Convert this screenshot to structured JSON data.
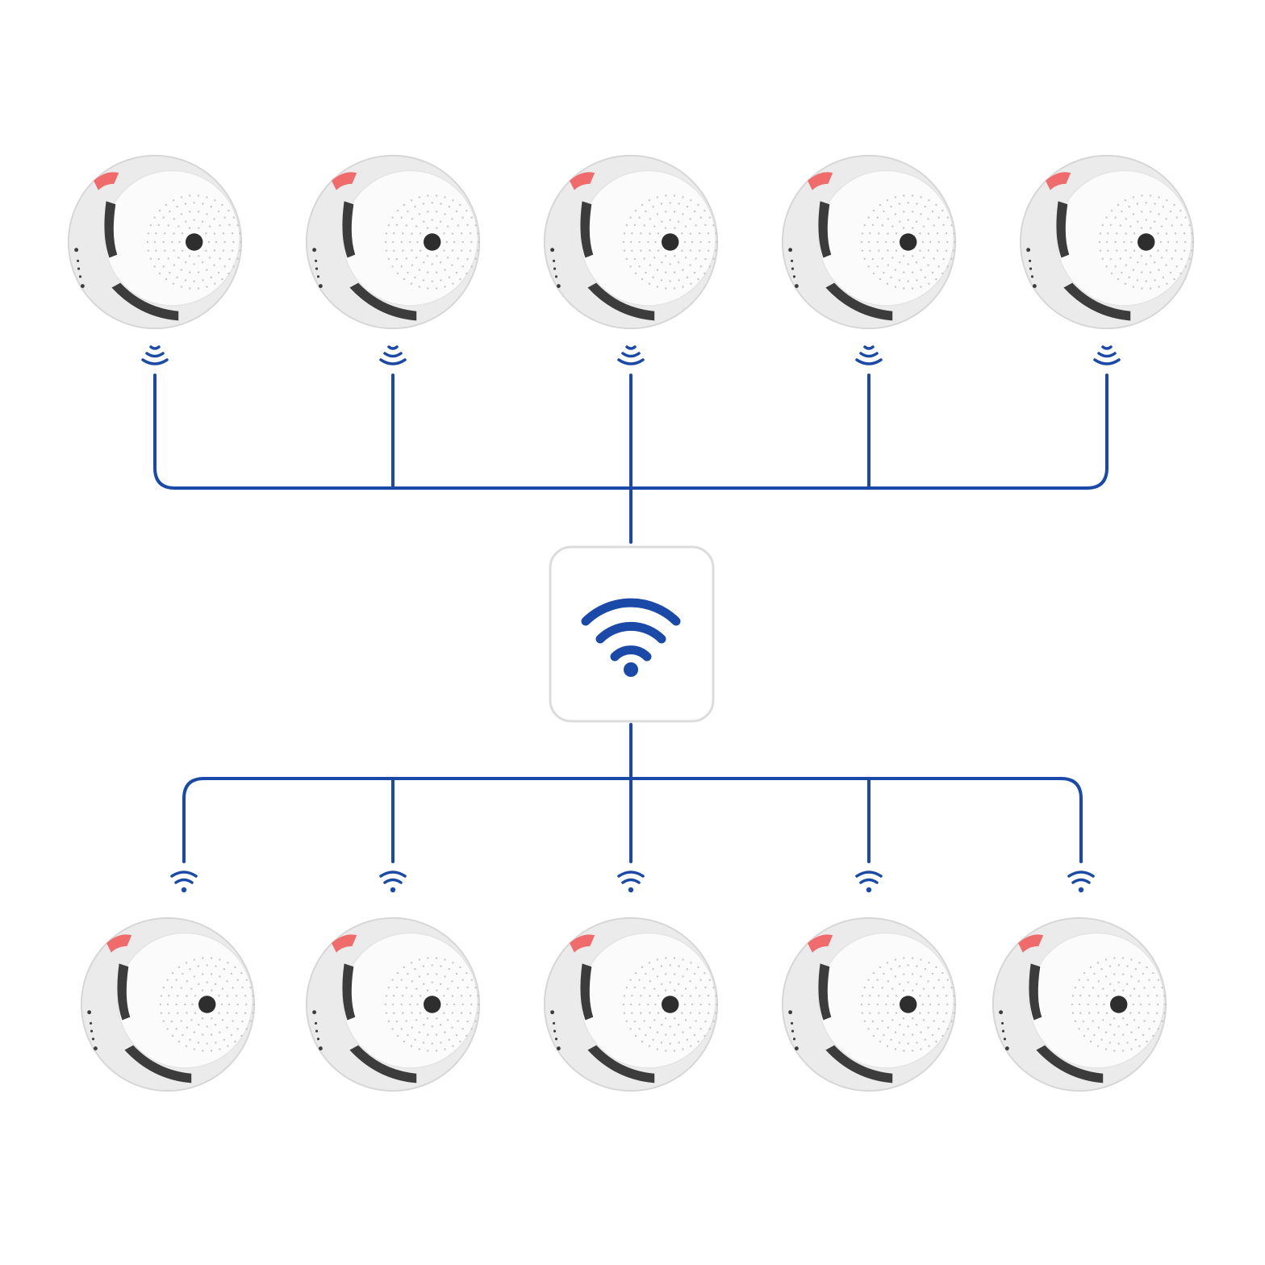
{
  "diagram": {
    "hub": {
      "icon": "wifi-icon"
    },
    "top_row": {
      "count": 5,
      "device": "smoke-detector",
      "signal_icon": "wireless-signal-icon"
    },
    "bottom_row": {
      "count": 5,
      "device": "smoke-detector",
      "signal_icon": "wireless-signal-icon"
    },
    "colors": {
      "line": "#1a49a8",
      "detector_body": "#ebebeb",
      "detector_face": "#fbfbfb",
      "led": "#f06b6b",
      "vent": "#3c3c3c",
      "hub_box": "#ffffff",
      "hub_border": "#dcdcdc"
    }
  }
}
